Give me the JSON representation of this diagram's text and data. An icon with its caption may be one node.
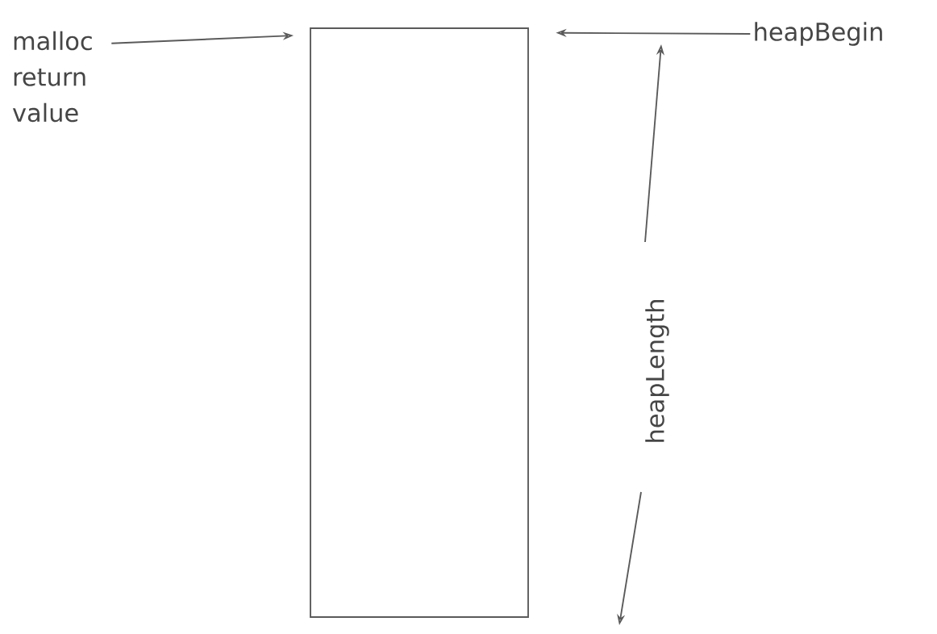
{
  "diagram": {
    "nodes": [
      {
        "text": [
          "malloc return value"
        ]
      },
      {
        "text": [],
        "shape": "box"
      },
      {
        "text": [
          "heapBegin"
        ]
      }
    ],
    "edges": [
      {
        "from": 0,
        "to": 1,
        "arrow": "to"
      },
      {
        "from": 2,
        "to": 1,
        "arrow": "to"
      }
    ],
    "labels": [
      "heapLength"
    ]
  }
}
